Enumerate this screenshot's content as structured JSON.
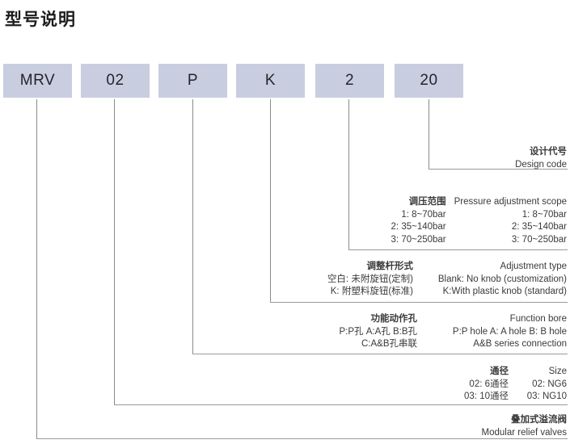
{
  "page": {
    "title": "型号说明"
  },
  "code_boxes": [
    {
      "name": "prefix",
      "value": "MRV"
    },
    {
      "name": "size",
      "value": "02"
    },
    {
      "name": "bore",
      "value": "P"
    },
    {
      "name": "knob",
      "value": "K"
    },
    {
      "name": "pressure",
      "value": "2"
    },
    {
      "name": "design",
      "value": "20"
    }
  ],
  "legend": {
    "design_code": {
      "heading_cn": "设计代号",
      "heading_en": "Design code"
    },
    "pressure": {
      "heading_cn": "调压范围",
      "heading_en": "Pressure adjustment scope",
      "options_cn": [
        "1: 8~70bar",
        "2: 35~140bar",
        "3: 70~250bar"
      ],
      "options_en": [
        "1: 8~70bar",
        "2: 35~140bar",
        "3: 70~250bar"
      ]
    },
    "adjustment": {
      "heading_cn": "调整杆形式",
      "heading_en": "Adjustment type",
      "options_cn": [
        "空白: 未附旋钮(定制)",
        "K: 附塑料旋钮(标准)"
      ],
      "options_en": [
        "Blank: No knob (customization)",
        "K:With plastic knob (standard)"
      ]
    },
    "function_bore": {
      "heading_cn": "功能动作孔",
      "heading_en": "Function bore",
      "options_cn": [
        "P:P孔  A:A孔  B:B孔",
        "C:A&B孔串联"
      ],
      "options_en": [
        "P:P hole   A: A hole   B: B hole",
        "A&B series connection"
      ]
    },
    "size": {
      "heading_cn": "通径",
      "heading_en": "Size",
      "options_cn": [
        "02: 6通径",
        "03: 10通径"
      ],
      "options_en": [
        "02: NG6",
        "03: NG10"
      ]
    },
    "valve_type": {
      "heading_cn": "叠加式溢流阀",
      "heading_en": "Modular relief valves"
    }
  },
  "colors": {
    "box_fill": "#c9cde0",
    "line": "#8a8a8a",
    "text": "#3a3a3a"
  }
}
